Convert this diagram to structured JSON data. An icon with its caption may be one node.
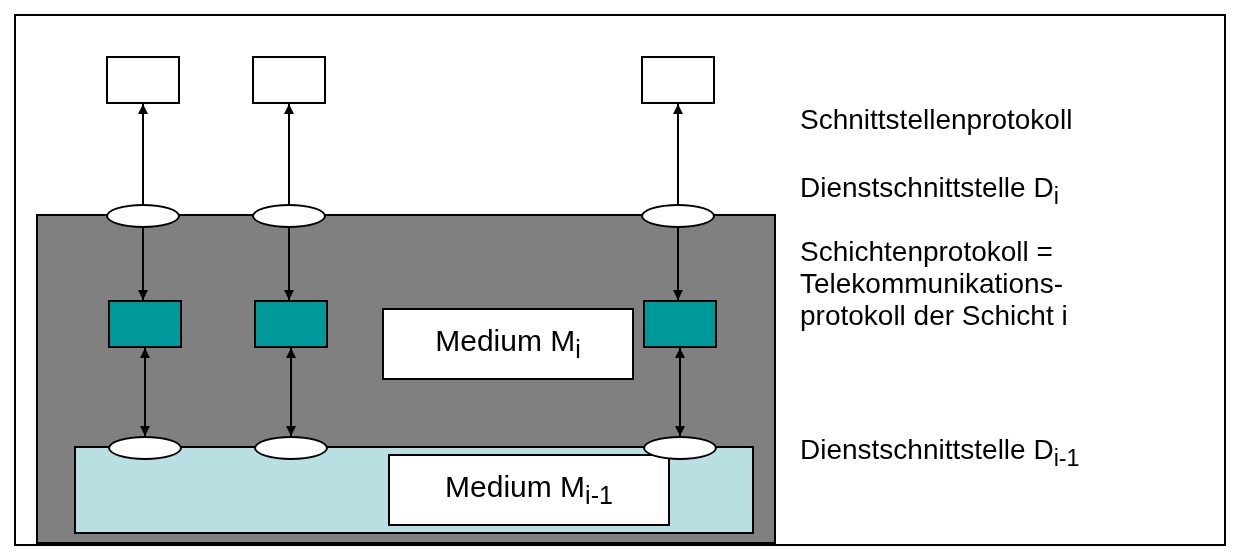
{
  "diagram": {
    "nodes": [
      {
        "text": [],
        "shape": "box"
      },
      {
        "text": [],
        "shape": "box"
      },
      {
        "text": [],
        "shape": "box"
      },
      {
        "text": [],
        "shape": "box"
      },
      {
        "text": [],
        "shape": "ellipse"
      },
      {
        "text": [],
        "shape": "ellipse"
      },
      {
        "text": [],
        "shape": "ellipse"
      },
      {
        "text": [],
        "shape": "box",
        "in": 3
      },
      {
        "text": [],
        "shape": "box",
        "in": 3
      },
      {
        "text": [],
        "shape": "box",
        "in": 3
      },
      {
        "text": [
          "Medium M$_{i}$"
        ],
        "in": 3
      },
      {
        "text": [],
        "shape": "box",
        "in": 3
      },
      {
        "text": [],
        "shape": "ellipse",
        "in": 3
      },
      {
        "text": [],
        "shape": "ellipse",
        "in": 3
      },
      {
        "text": [],
        "shape": "ellipse",
        "in": 3
      },
      {
        "text": [
          "Medium M$_{i-1}$"
        ],
        "in": 11
      }
    ],
    "edges": [
      {
        "from": 4,
        "to": 0,
        "arrow": "to"
      },
      {
        "from": 5,
        "to": 1,
        "arrow": "to"
      },
      {
        "from": 6,
        "to": 2,
        "arrow": "to"
      },
      {
        "from": 4,
        "to": 7,
        "arrow": "to"
      },
      {
        "from": 5,
        "to": 8,
        "arrow": "to"
      },
      {
        "from": 6,
        "to": 9,
        "arrow": "to"
      },
      {
        "from": 7,
        "to": 12,
        "arrow": "both"
      },
      {
        "from": 8,
        "to": 13,
        "arrow": "both"
      },
      {
        "from": 9,
        "to": 14,
        "arrow": "both"
      }
    ],
    "labels": [
      "Schnittstellenprotokoll",
      "Dienstschnittstelle D$_{i}$",
      "Schichtenprotokoll = Telekommunikations- protokoll der Schicht i",
      "Dienstschnittstelle D$_{i-1}$"
    ]
  }
}
